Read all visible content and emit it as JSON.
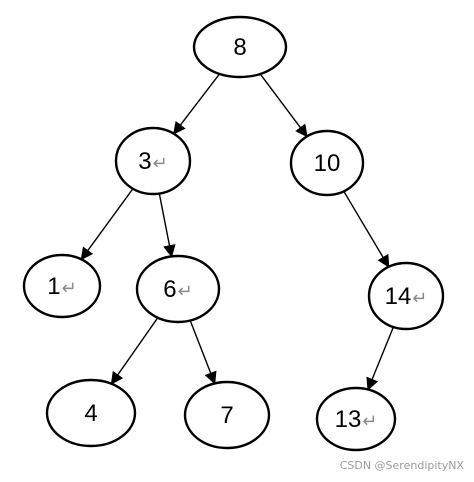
{
  "nodes": [
    {
      "id": "8",
      "label": "8",
      "return_mark": ""
    },
    {
      "id": "3",
      "label": "3",
      "return_mark": "↵"
    },
    {
      "id": "10",
      "label": "10",
      "return_mark": ""
    },
    {
      "id": "1",
      "label": "1",
      "return_mark": "↵"
    },
    {
      "id": "6",
      "label": "6",
      "return_mark": "↵"
    },
    {
      "id": "14",
      "label": "14",
      "return_mark": "↵"
    },
    {
      "id": "4",
      "label": "4",
      "return_mark": ""
    },
    {
      "id": "7",
      "label": "7",
      "return_mark": ""
    },
    {
      "id": "13",
      "label": "13",
      "return_mark": "↵"
    }
  ],
  "edges": [
    {
      "from": "8",
      "to": "3"
    },
    {
      "from": "8",
      "to": "10"
    },
    {
      "from": "3",
      "to": "1"
    },
    {
      "from": "3",
      "to": "6"
    },
    {
      "from": "10",
      "to": "14"
    },
    {
      "from": "6",
      "to": "4"
    },
    {
      "from": "6",
      "to": "7"
    },
    {
      "from": "14",
      "to": "13"
    }
  ],
  "watermark": "CSDN @SerendipityNX",
  "colors": {
    "stroke": "#000000",
    "return_mark": "#8a8a8a",
    "watermark": "#9a9a9a"
  }
}
